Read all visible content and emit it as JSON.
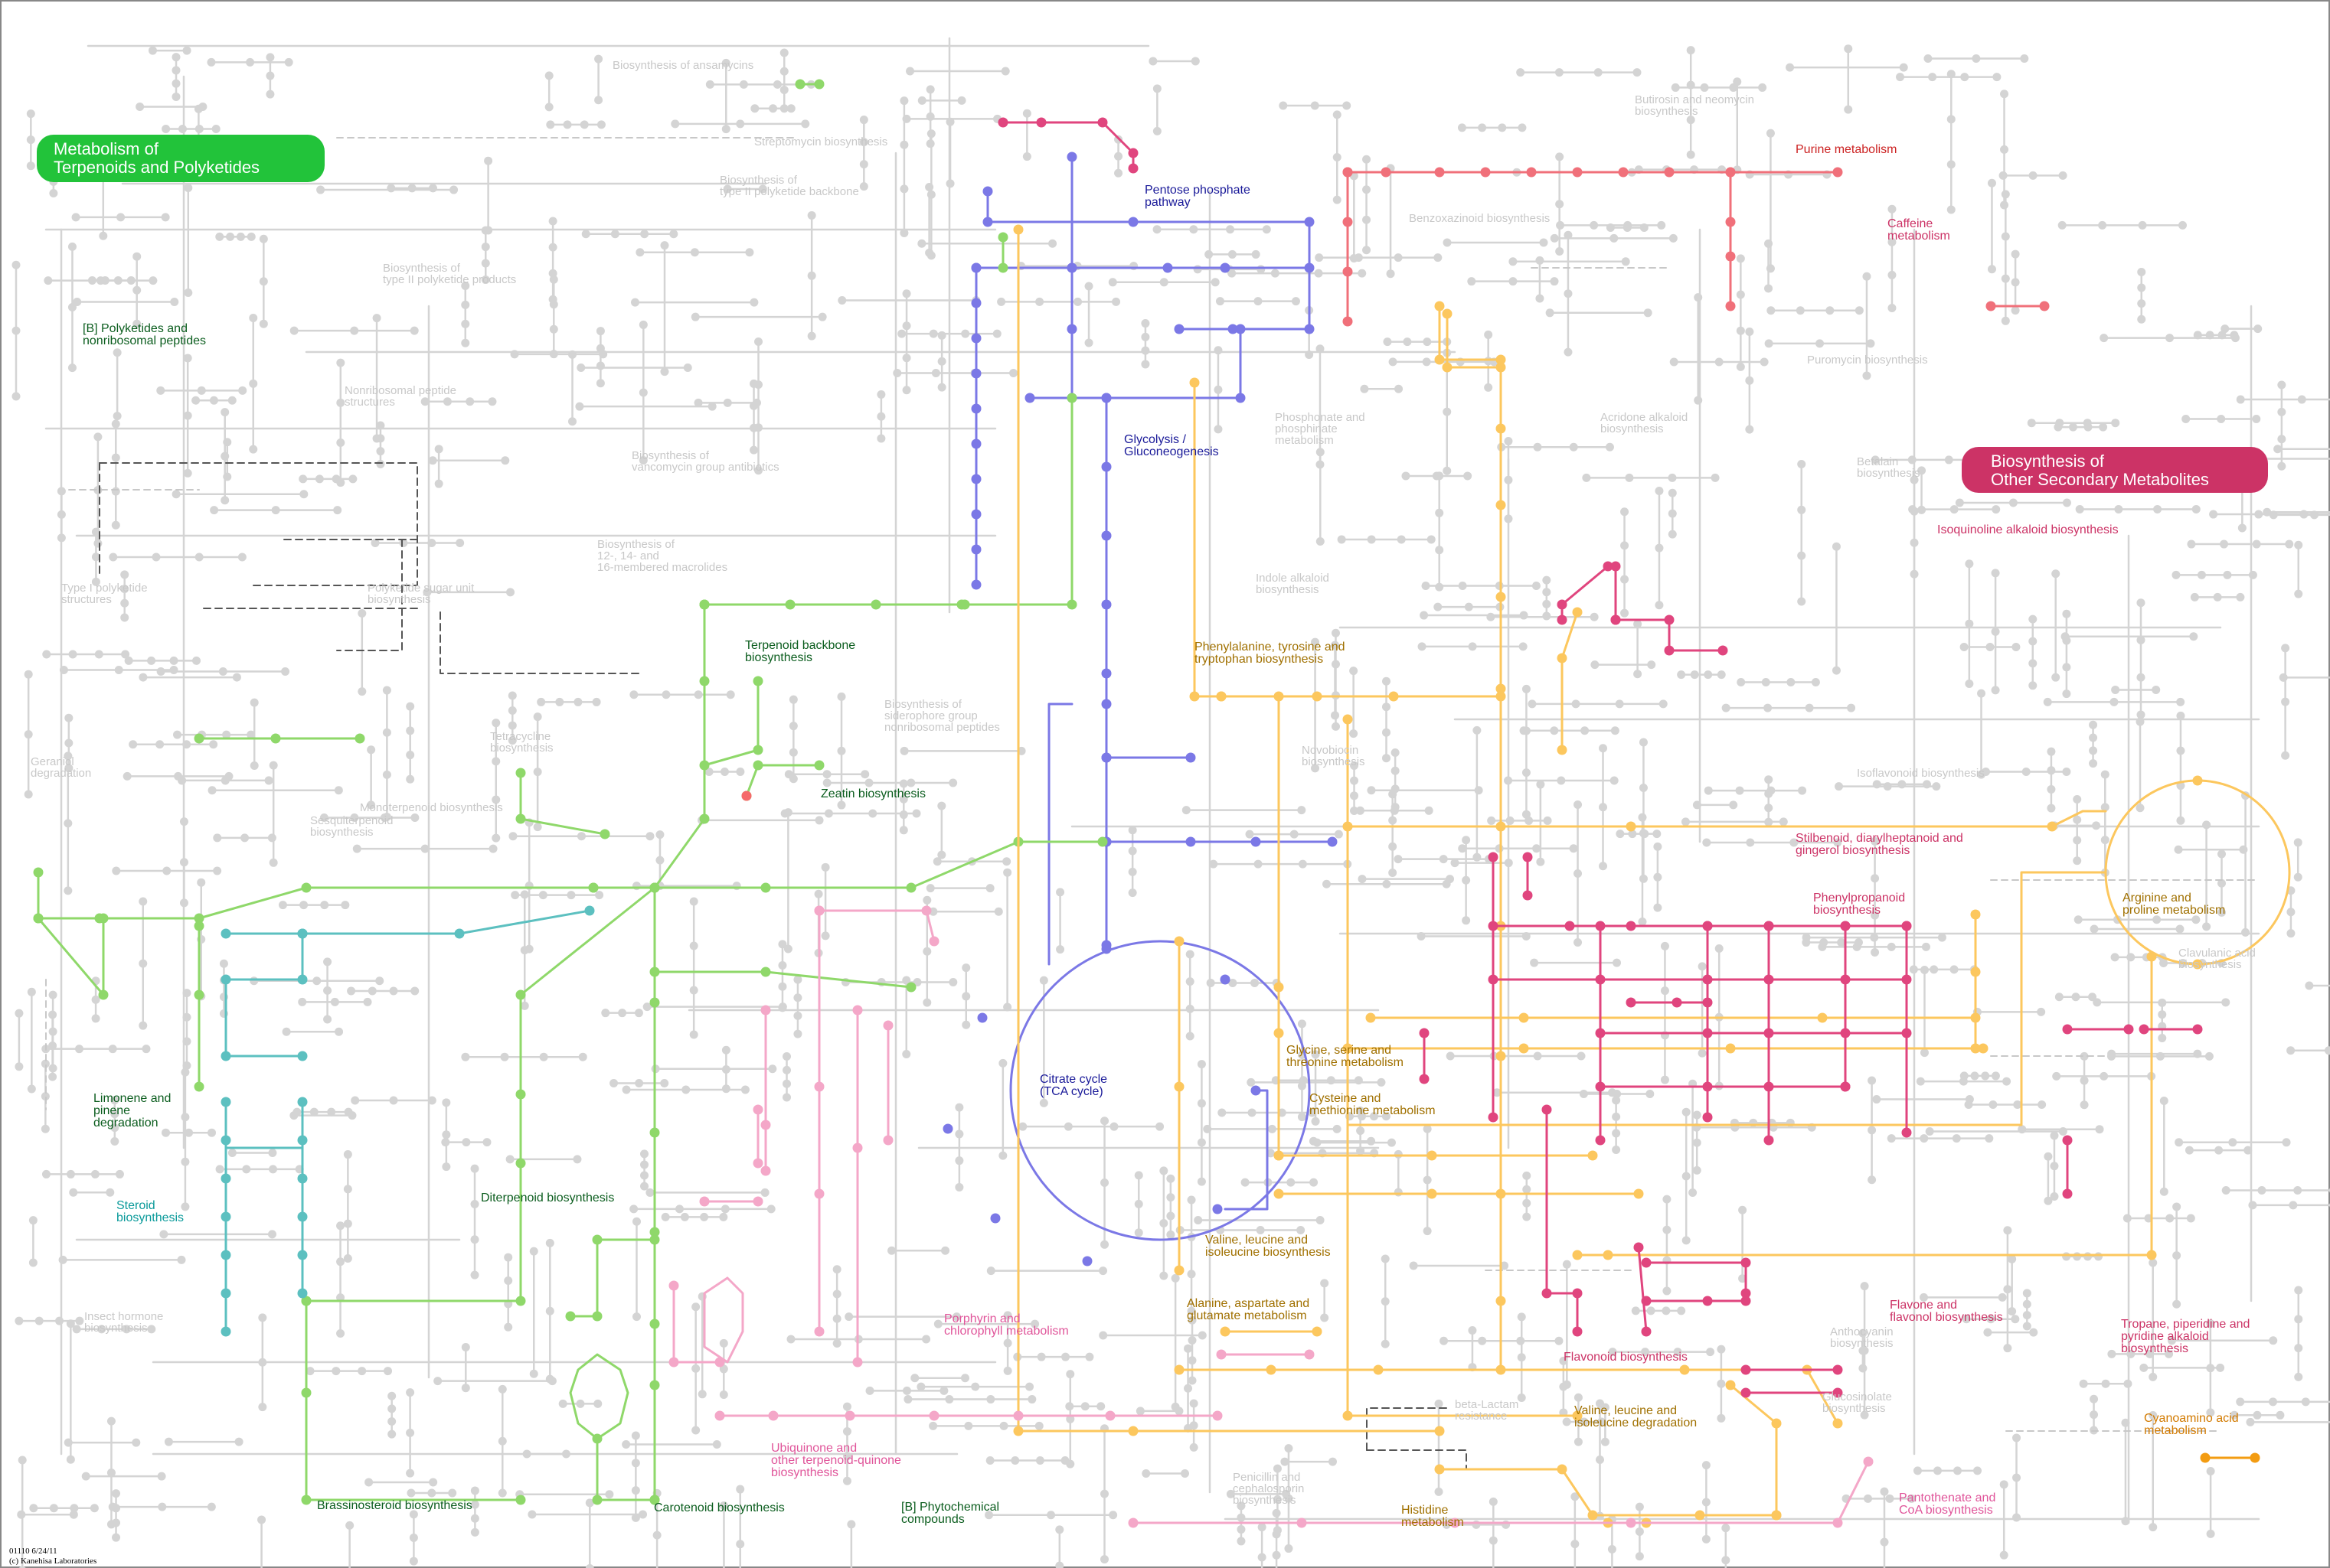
{
  "pills": [
    {
      "text_lines": [
        "Metabolism of",
        "Terpenoids and Polyketides"
      ],
      "color": "#22c33a"
    },
    {
      "text_lines": [
        "Biosynthesis of",
        "Other Secondary Metabolites"
      ],
      "color": "#cc3366"
    }
  ],
  "labels": [
    {
      "lines": [
        "[B] Polyketides and",
        "nonribosomal peptides"
      ],
      "color": "#0b5d1e"
    },
    {
      "lines": [
        "Terpenoid backbone",
        "biosynthesis"
      ],
      "color": "#0b5d1e"
    },
    {
      "lines": [
        "Zeatin biosynthesis"
      ],
      "color": "#0b5d1e"
    },
    {
      "lines": [
        "Limonene and",
        "pinene",
        "degradation"
      ],
      "color": "#0b5d1e"
    },
    {
      "lines": [
        "Steroid",
        "biosynthesis"
      ],
      "color": "#0a9a9a"
    },
    {
      "lines": [
        "Diterpenoid biosynthesis"
      ],
      "color": "#0b5d1e"
    },
    {
      "lines": [
        "Brassinosteroid biosynthesis"
      ],
      "color": "#0b5d1e"
    },
    {
      "lines": [
        "Carotenoid biosynthesis"
      ],
      "color": "#0b5d1e"
    },
    {
      "lines": [
        "[B] Phytochemical",
        "compounds"
      ],
      "color": "#0b5d1e"
    },
    {
      "lines": [
        "Pentose phosphate",
        "pathway"
      ],
      "color": "#1a1a99"
    },
    {
      "lines": [
        "Glycolysis /",
        "Gluconeogenesis"
      ],
      "color": "#1a1a99"
    },
    {
      "lines": [
        "Citrate cycle",
        "(TCA cycle)"
      ],
      "color": "#1a1a99"
    },
    {
      "lines": [
        "Purine metabolism"
      ],
      "color": "#cc2222"
    },
    {
      "lines": [
        "Caffeine",
        "metabolism"
      ],
      "color": "#cc3366"
    },
    {
      "lines": [
        "Isoquinoline alkaloid biosynthesis"
      ],
      "color": "#cc3366"
    },
    {
      "lines": [
        "Phenylalanine, tyrosine and",
        "tryptophan biosynthesis"
      ],
      "color": "#a07000"
    },
    {
      "lines": [
        "Stilbenoid, diarylheptanoid and",
        "gingerol biosynthesis"
      ],
      "color": "#cc3366"
    },
    {
      "lines": [
        "Phenylpropanoid",
        "biosynthesis"
      ],
      "color": "#cc3366"
    },
    {
      "lines": [
        "Arginine and",
        "proline metabolism"
      ],
      "color": "#a07000"
    },
    {
      "lines": [
        "Glycine, serine and",
        "threonine metabolism"
      ],
      "color": "#a07000"
    },
    {
      "lines": [
        "Cysteine and",
        "methionine metabolism"
      ],
      "color": "#a07000"
    },
    {
      "lines": [
        "Valine, leucine and",
        "isoleucine biosynthesis"
      ],
      "color": "#a07000"
    },
    {
      "lines": [
        "Alanine, aspartate and",
        "glutamate metabolism"
      ],
      "color": "#a07000"
    },
    {
      "lines": [
        "Porphyrin and",
        "chlorophyll metabolism"
      ],
      "color": "#e0559a"
    },
    {
      "lines": [
        "Ubiquinone and",
        "other terpenoid-quinone",
        "biosynthesis"
      ],
      "color": "#e0559a"
    },
    {
      "lines": [
        "Flavone and",
        "flavonol biosynthesis"
      ],
      "color": "#cc3366"
    },
    {
      "lines": [
        "Flavonoid biosynthesis"
      ],
      "color": "#cc3366"
    },
    {
      "lines": [
        "Valine, leucine and",
        "isoleucine degradation"
      ],
      "color": "#a07000"
    },
    {
      "lines": [
        "Histidine",
        "metabolism"
      ],
      "color": "#a07000"
    },
    {
      "lines": [
        "Pantothenate and",
        "CoA biosynthesis"
      ],
      "color": "#e0559a"
    },
    {
      "lines": [
        "Tropane, piperidine and",
        "pyridine alkaloid",
        "biosynthesis"
      ],
      "color": "#cc3366"
    },
    {
      "lines": [
        "Cyanoamino acid",
        "metabolism"
      ],
      "color": "#d27a00"
    }
  ],
  "ghost_labels": [
    [
      "Biosynthesis of ansamycins"
    ],
    [
      "Streptomycin biosynthesis"
    ],
    [
      "Biosynthesis of",
      "type II polyketide backbone"
    ],
    [
      "Biosynthesis of",
      "type II polyketide products"
    ],
    [
      "Nonribosomal peptide",
      "structures"
    ],
    [
      "Biosynthesis of",
      "vancomycin group antibiotics"
    ],
    [
      "Biosynthesis of",
      "12-, 14- and",
      "16-membered macrolides"
    ],
    [
      "Type I polyketide",
      "structures"
    ],
    [
      "Polyketide sugar unit",
      "biosynthesis"
    ],
    [
      "Geraniol",
      "degradation"
    ],
    [
      "Tetracycline",
      "biosynthesis"
    ],
    [
      "Monoterpenoid biosynthesis"
    ],
    [
      "Sesquiterpenoid",
      "biosynthesis"
    ],
    [
      "Insect hormone",
      "biosynthesis"
    ],
    [
      "Biosynthesis of",
      "siderophore group",
      "nonribosomal peptides"
    ],
    [
      "Butirosin and neomycin",
      "biosynthesis"
    ],
    [
      "Benzoxazinoid biosynthesis"
    ],
    [
      "Puromycin biosynthesis"
    ],
    [
      "Phosphonate and",
      "phosphinate",
      "metabolism"
    ],
    [
      "Acridone alkaloid",
      "biosynthesis"
    ],
    [
      "Betalain",
      "biosynthesis"
    ],
    [
      "Indole alkaloid",
      "biosynthesis"
    ],
    [
      "Novobiocin",
      "biosynthesis"
    ],
    [
      "Isoflavonoid biosynthesis"
    ],
    [
      "Clavulanic acid",
      "biosynthesis"
    ],
    [
      "Anthocyanin",
      "biosynthesis"
    ],
    [
      "Glucosinolate",
      "biosynthesis"
    ],
    [
      "beta-Lactam",
      "resistance"
    ],
    [
      "Penicillin and",
      "cephalosporin",
      "biosynthesis"
    ]
  ],
  "footer": {
    "date": "01110 6/24/11",
    "copyright": "(c) Kanehisa Laboratories"
  },
  "colors": {
    "grey": "#d4d4d4",
    "green": "#8fd86a",
    "blue": "#7b78e6",
    "yellow": "#fcc75e",
    "magenta": "#e0457e",
    "pink": "#f4a7c8",
    "red": "#f0707a",
    "teal": "#5cc0c0",
    "orange": "#f39c12",
    "arrow": "#555555"
  }
}
